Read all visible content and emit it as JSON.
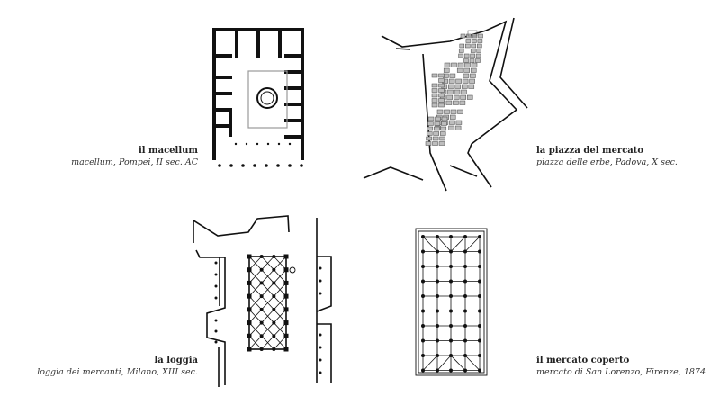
{
  "plans": [
    {
      "id": "macellum",
      "title": "il macellum",
      "caption": "macellum, Pompei, II sec. AC"
    },
    {
      "id": "piazza",
      "title": "la piazza del mercato",
      "caption": "piazza delle erbe, Padova, X sec."
    },
    {
      "id": "loggia",
      "title": "la loggia",
      "caption": "loggia dei mercanti, Milano, XIII sec."
    },
    {
      "id": "mercato",
      "title": "il mercato coperto",
      "caption": "mercato di San Lorenzo, Firenze, 1874"
    }
  ],
  "colors": {
    "ink": "#111111",
    "stall": "#bdbdbd",
    "courtyard": "#9a9a9a"
  }
}
